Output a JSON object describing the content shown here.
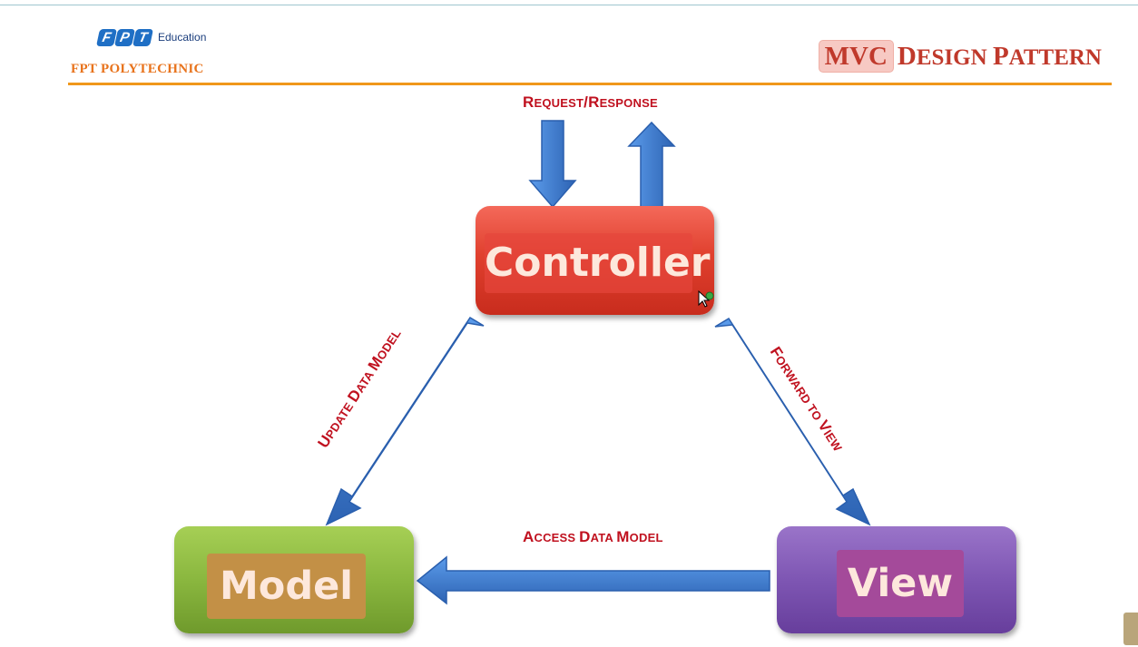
{
  "header": {
    "logo_text": "FPT",
    "logo_sub": "Education",
    "brand": "FPT POLYTECHNIC",
    "title_part1": "MVC",
    "title_part2_cap": "D",
    "title_part2_rest": "ESIGN",
    "title_part3_cap": "P",
    "title_part3_rest": "ATTERN"
  },
  "nodes": {
    "controller": "Controller",
    "model": "Model",
    "view": "View"
  },
  "edges": {
    "request_response": {
      "a_cap": "R",
      "a_rest": "EQUEST",
      "sep": "/",
      "b_cap": "R",
      "b_rest": "ESPONSE"
    },
    "update_data_model": {
      "w1_cap": "U",
      "w1_rest": "PDATE ",
      "w2_cap": "D",
      "w2_rest": "ATA ",
      "w3_cap": "M",
      "w3_rest": "ODEL"
    },
    "forward_to_view": {
      "w1_cap": "F",
      "w1_rest": "ORWARD TO ",
      "w2_cap": "V",
      "w2_rest": "IEW"
    },
    "access_data_model": {
      "w1_cap": "A",
      "w1_rest": "CCESS ",
      "w2_cap": "D",
      "w2_rest": "ATA ",
      "w3_cap": "M",
      "w3_rest": "ODEL"
    }
  },
  "colors": {
    "arrow": "#3f7fd6",
    "arrow_dark": "#2d63b3",
    "label": "#c0111f",
    "controller": "#e0402e",
    "model": "#8ab73f",
    "view": "#7e56b3",
    "accent_rule": "#f0981b"
  }
}
